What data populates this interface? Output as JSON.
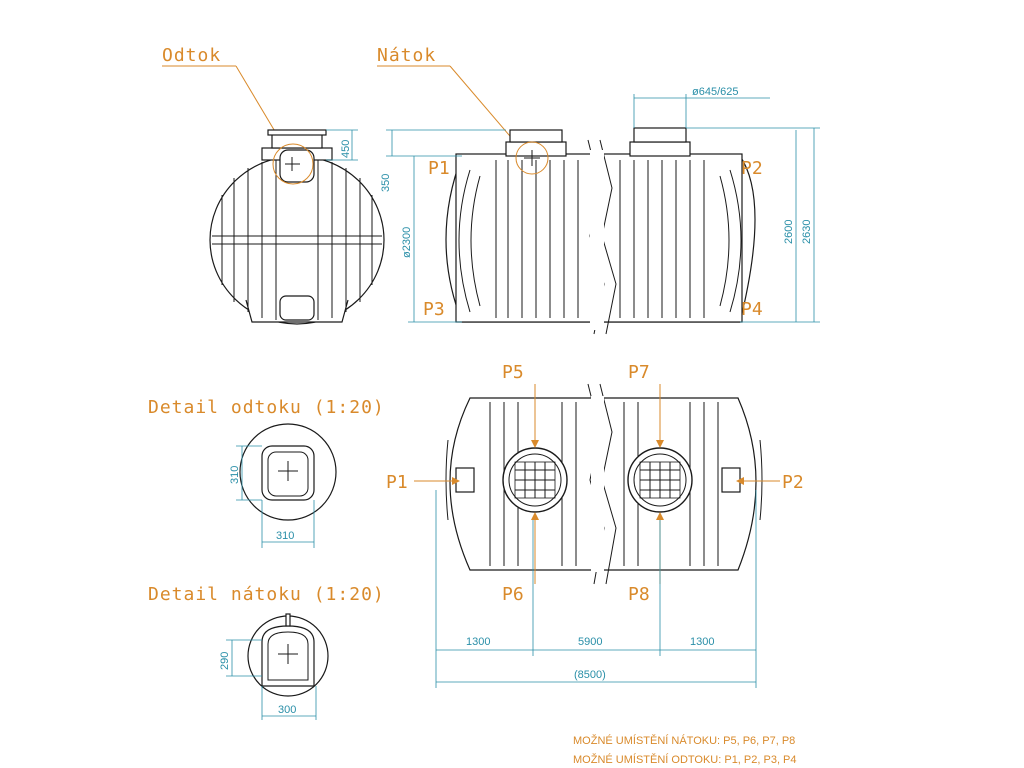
{
  "labels": {
    "odtok": "Odtok",
    "natok": "Nátok",
    "detail_odtoku": "Detail odtoku (1:20)",
    "detail_natoku": "Detail nátoku (1:20)"
  },
  "positions": {
    "p1_side": "P1",
    "p2_side": "P2",
    "p3_side": "P3",
    "p4_side": "P4",
    "p1_top": "P1",
    "p2_top": "P2",
    "p5": "P5",
    "p6": "P6",
    "p7": "P7",
    "p8": "P8"
  },
  "dimensions": {
    "d450": "450",
    "d350": "350",
    "d2300": "ø2300",
    "d645": "ø645/625",
    "d2600": "2600",
    "d2630": "2630",
    "d1300a": "1300",
    "d5900": "5900",
    "d1300b": "1300",
    "d8500": "(8500)",
    "det_odtok_h": "310",
    "det_odtok_w": "310",
    "det_natok_h": "290",
    "det_natok_w": "300"
  },
  "notes": {
    "natok_positions": "MOŽNÉ UMÍSTĚNÍ NÁTOKU: P5, P6, P7, P8",
    "odtok_positions": "MOŽNÉ UMÍSTĚNÍ ODTOKU: P1, P2, P3, P4"
  }
}
